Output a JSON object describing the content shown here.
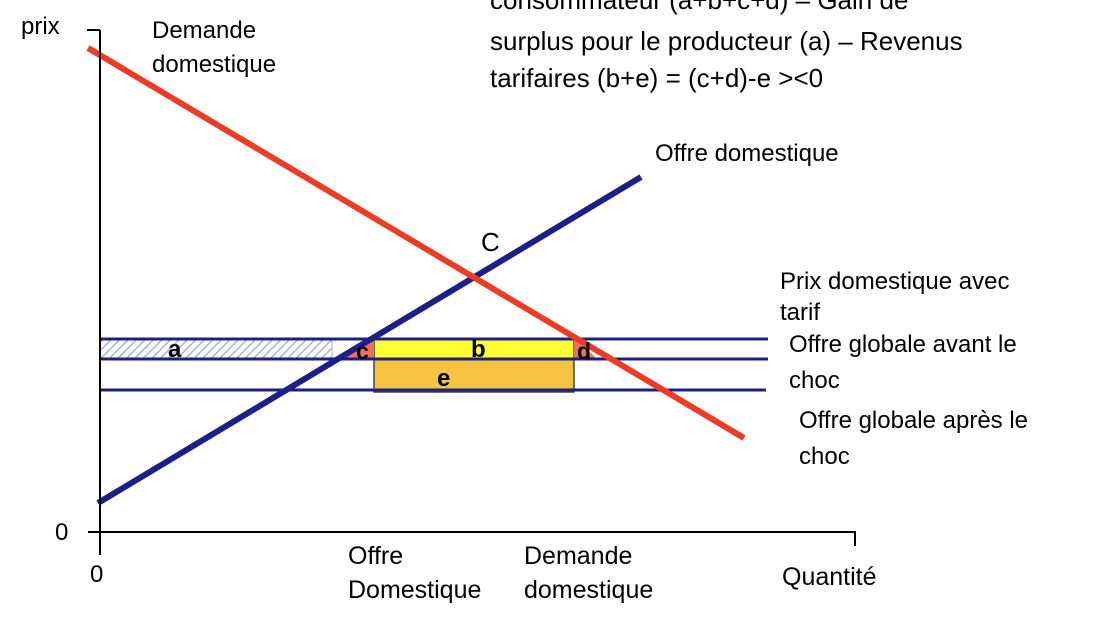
{
  "axes": {
    "y_label": "prix",
    "y_origin": "0",
    "x_origin": "0",
    "x_label": "Quantité",
    "x_tick_supply": [
      "Offre",
      "Domestique"
    ],
    "x_tick_demand": [
      "Demande",
      "domestique"
    ]
  },
  "curves": {
    "demand_label": [
      "Demande",
      "domestique"
    ],
    "supply_label": "Offre domestique",
    "intersection_label": "C",
    "demand_color": "#ee3b26",
    "supply_color": "#1c1f86"
  },
  "price_lines": {
    "tariff_label": [
      "Prix domestique avec",
      "tarif"
    ],
    "before_shock_label": [
      "Offre globale avant le",
      "choc"
    ],
    "after_shock_label": [
      "Offre globale après le",
      "choc"
    ]
  },
  "areas": {
    "a": "a",
    "b": "b",
    "c": "c",
    "d": "d",
    "e": "e",
    "b_color": "#ffff33",
    "e_color": "#f5c542",
    "triangle_color": "#e8735a",
    "a_hatch_color": "#9fb8d6"
  },
  "annotation": {
    "lines": [
      "consommateur (a+b+c+d) – Gain de",
      "surplus pour le producteur (a) – Revenus",
      "tarifaires (b+e) = (c+d)-e ><0"
    ]
  }
}
